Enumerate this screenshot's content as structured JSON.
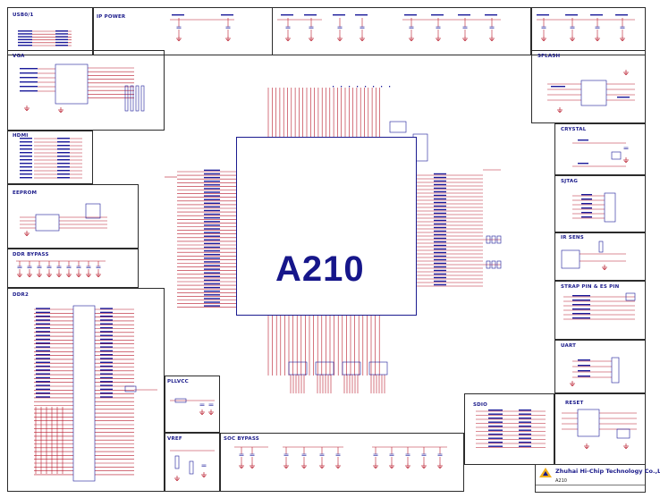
{
  "sections": {
    "usb": "USB0/1",
    "power": "IP POWER",
    "spiflash": "SFLASH",
    "vga": "VGA",
    "hdmi": "HDMI",
    "eeprom": "EEPROM",
    "ddr_bypass": "DDR BYPASS",
    "ddr2": "DDR2",
    "crystal": "CRYSTAL",
    "jtag": "SJTAG",
    "ir": "IR SENS",
    "strap": "STRAP PIN & ES PIN",
    "uart": "UART",
    "sdio": "SDIO",
    "reset": "RESET",
    "pllvcc": "PLLVCC",
    "vref": "VREF",
    "soc_bypass": "SOC BYPASS"
  },
  "chip": {
    "label": "A210"
  },
  "title_block": {
    "company": "Zhuhai Hi-Chip Technology Co.,Ltd.",
    "title": "A210"
  },
  "colors": {
    "wire": "#b8182a",
    "border": "#2b2b2b",
    "chip": "#16168a",
    "label": "#1a1a8a",
    "net": "#1a1a9a"
  }
}
